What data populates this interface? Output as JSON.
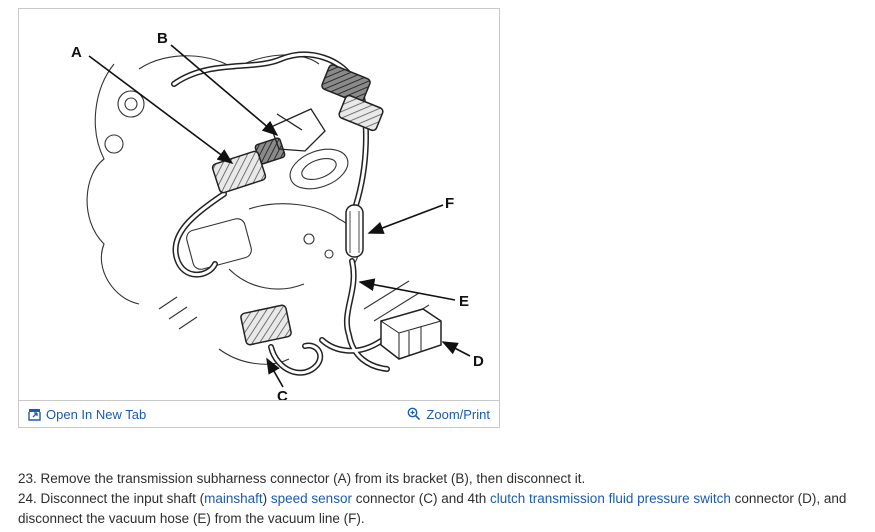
{
  "colors": {
    "link": "#1a5bb5",
    "text": "#2e2e2e",
    "panel_border": "#c9c9c9",
    "line_art": "#1a1a1a"
  },
  "panel": {
    "footer": {
      "open_in_new_tab": "Open In New Tab",
      "zoom_print": "Zoom/Print"
    },
    "diagram": {
      "labels": [
        "A",
        "B",
        "C",
        "D",
        "E",
        "F"
      ]
    }
  },
  "instructions": {
    "step23": {
      "text": "23. Remove the transmission subharness connector (A) from its bracket (B), then disconnect it."
    },
    "step24": {
      "segments": [
        {
          "text": "24. Disconnect the input shaft (",
          "link": false
        },
        {
          "text": "mainshaft",
          "link": true
        },
        {
          "text": ") ",
          "link": false
        },
        {
          "text": "speed sensor",
          "link": true
        },
        {
          "text": " connector (C) and 4th ",
          "link": false
        },
        {
          "text": "clutch transmission fluid pressure switch",
          "link": true
        },
        {
          "text": " connector (D), and disconnect the vacuum hose (E) from the vacuum line (F).",
          "link": false
        }
      ]
    }
  }
}
